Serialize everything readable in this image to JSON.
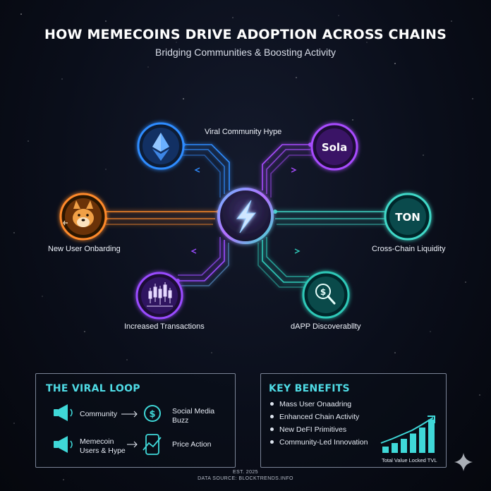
{
  "header": {
    "title": "HOW MEMECOINS DRIVE ADOPTION ACROSS CHAINS",
    "subtitle": "Bridging Communities & Boosting Activity"
  },
  "diagram": {
    "hub_icon": "lightning-bolt-icon",
    "nodes": [
      {
        "id": "eth",
        "icon": "ethereum-icon",
        "color": "#2f8cff"
      },
      {
        "id": "sol",
        "icon": "solana-badge",
        "text": "Sola",
        "color": "#a84cff"
      },
      {
        "id": "doge",
        "icon": "shiba-dog-icon",
        "color": "#ff8a2a"
      },
      {
        "id": "ton",
        "icon": "ton-badge",
        "text": "TON",
        "color": "#3fd8c8"
      },
      {
        "id": "candles",
        "icon": "candlestick-chart-icon",
        "color": "#9a4cff"
      },
      {
        "id": "dapp",
        "icon": "dollar-magnifier-icon",
        "color": "#2fc9b8"
      }
    ],
    "labels": {
      "top": "Viral Community Hype",
      "left": "New User Onbarding",
      "right": "Cross-Chain Liquidity",
      "bottom_left": "Increased Transactions",
      "bottom_right": "dAPP Discoverabllty"
    }
  },
  "viral_loop": {
    "title": "THE VIRAL LOOP",
    "row1": {
      "left_icon": "megaphone-icon",
      "left": "Community",
      "right_icon": "dollar-coin-icon",
      "right": "Social Media Buzz"
    },
    "row2": {
      "left_icon": "megaphone-icon",
      "left": "Memecoin Users & Hype",
      "right_icon": "phone-chart-icon",
      "right": "Price Action"
    }
  },
  "key_benefits": {
    "title": "KEY BENEFITS",
    "items": [
      "Mass User Onaadring",
      "Enhanced Chain Activity",
      "New DeFI Primitives",
      "Community-Led Innovation"
    ],
    "chart_caption": "Total Value Locked TVL",
    "tvl_bars": [
      0.18,
      0.28,
      0.4,
      0.55,
      0.72,
      0.95
    ],
    "accent_color": "#3fd8d8"
  },
  "footer": {
    "est": "EST. 2025",
    "source": "DATA SOURCE: BLOCKTRENDS.INFO"
  }
}
